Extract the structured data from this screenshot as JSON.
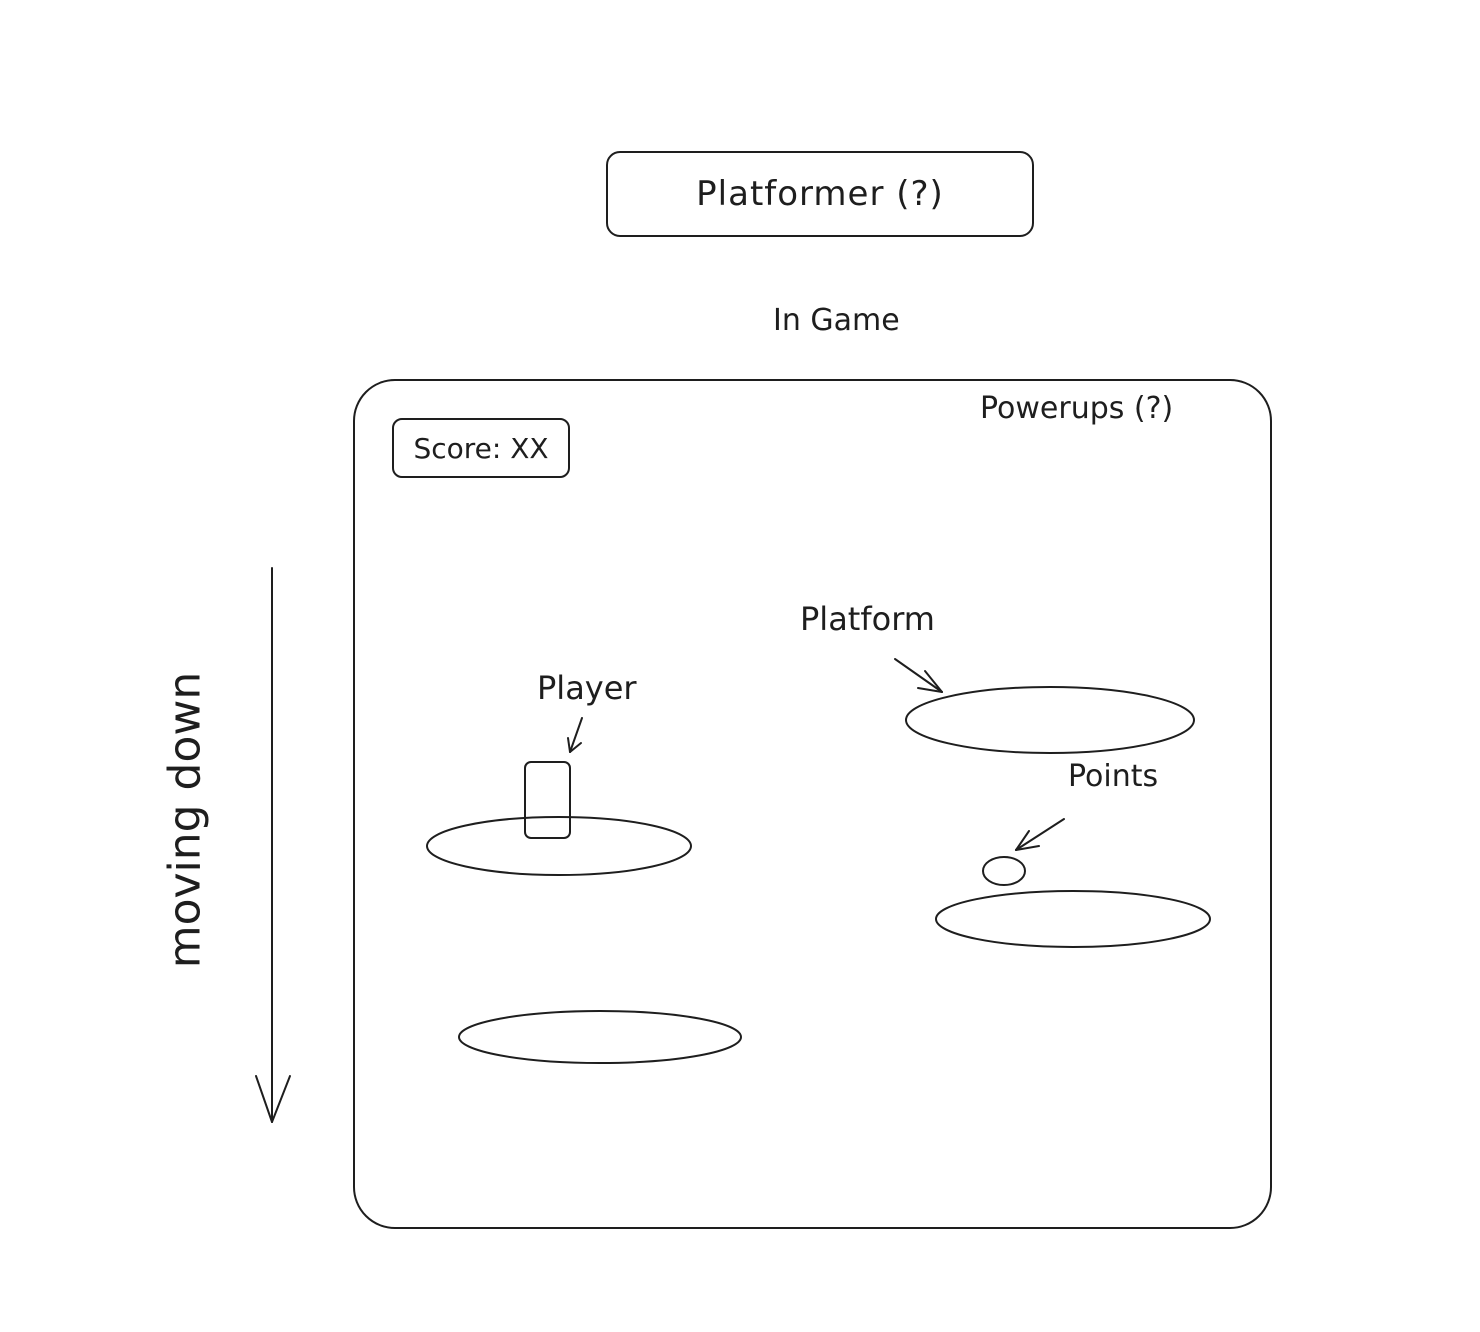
{
  "title": "Platformer (?)",
  "screen_label": "In Game",
  "score": "Score: XX",
  "powerups": "Powerups (?)",
  "labels": {
    "player": "Player",
    "platform": "Platform",
    "points": "Points"
  },
  "direction": "moving down",
  "colors": {
    "stroke": "#1e1e1e",
    "background": "#ffffff"
  }
}
